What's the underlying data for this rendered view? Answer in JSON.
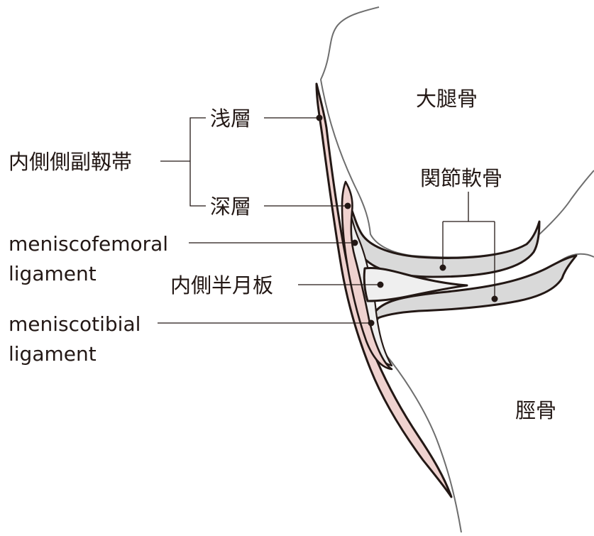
{
  "labels": {
    "femur": "大腿骨",
    "tibia": "脛骨",
    "articular_cartilage": "関節軟骨",
    "mcl": "内側側副靱帯",
    "superficial_layer": "浅層",
    "deep_layer": "深層",
    "meniscofemoral_line1": "meniscofemoral",
    "meniscofemoral_line2": "ligament",
    "medial_meniscus": "内側半月板",
    "meniscotibial_line1": "meniscotibial",
    "meniscotibial_line2": "ligament"
  },
  "colors": {
    "outline": "#231815",
    "bone_outline": "#6e6e6e",
    "ligament_fill": "#efd2cf",
    "cartilage_fill": "#d9d9d9",
    "meniscus_fill": "#efefef",
    "background": "#ffffff"
  }
}
